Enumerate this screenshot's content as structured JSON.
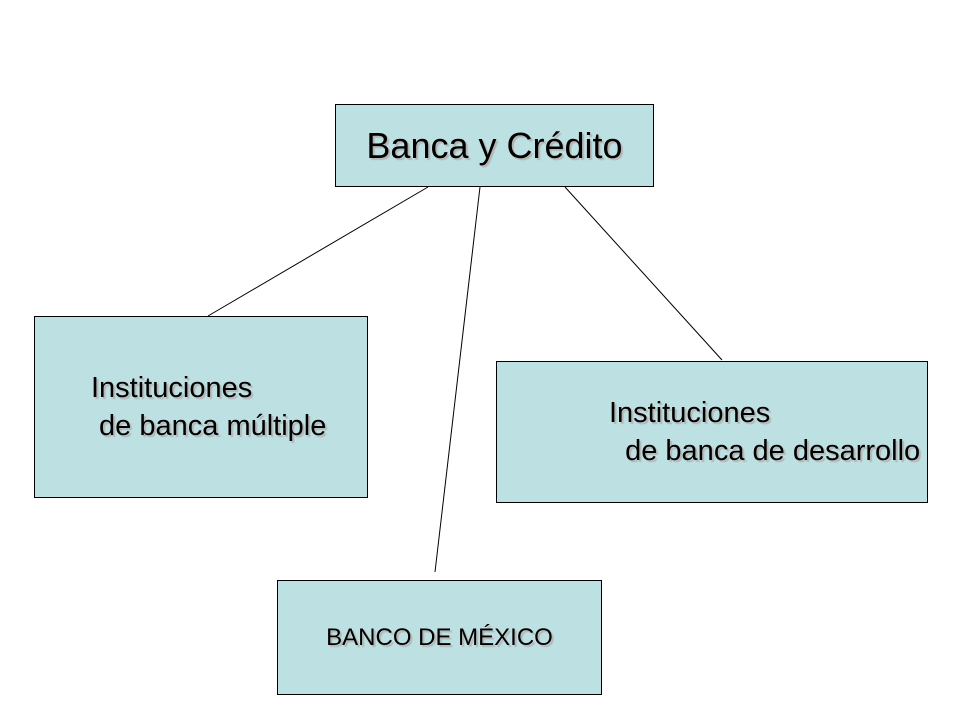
{
  "diagram": {
    "root": {
      "label": "Banca y Crédito"
    },
    "children": [
      {
        "id": "multiple",
        "lines": [
          "Instituciones",
          " de banca múltiple"
        ]
      },
      {
        "id": "desarrollo",
        "lines": [
          "Instituciones",
          "  de banca de desarrollo"
        ]
      },
      {
        "id": "banxico",
        "label": "BANCO DE MÉXICO"
      }
    ]
  },
  "colors": {
    "box_fill": "#bde0e3",
    "box_border": "#000000",
    "connector": "#000000",
    "background": "#ffffff"
  }
}
